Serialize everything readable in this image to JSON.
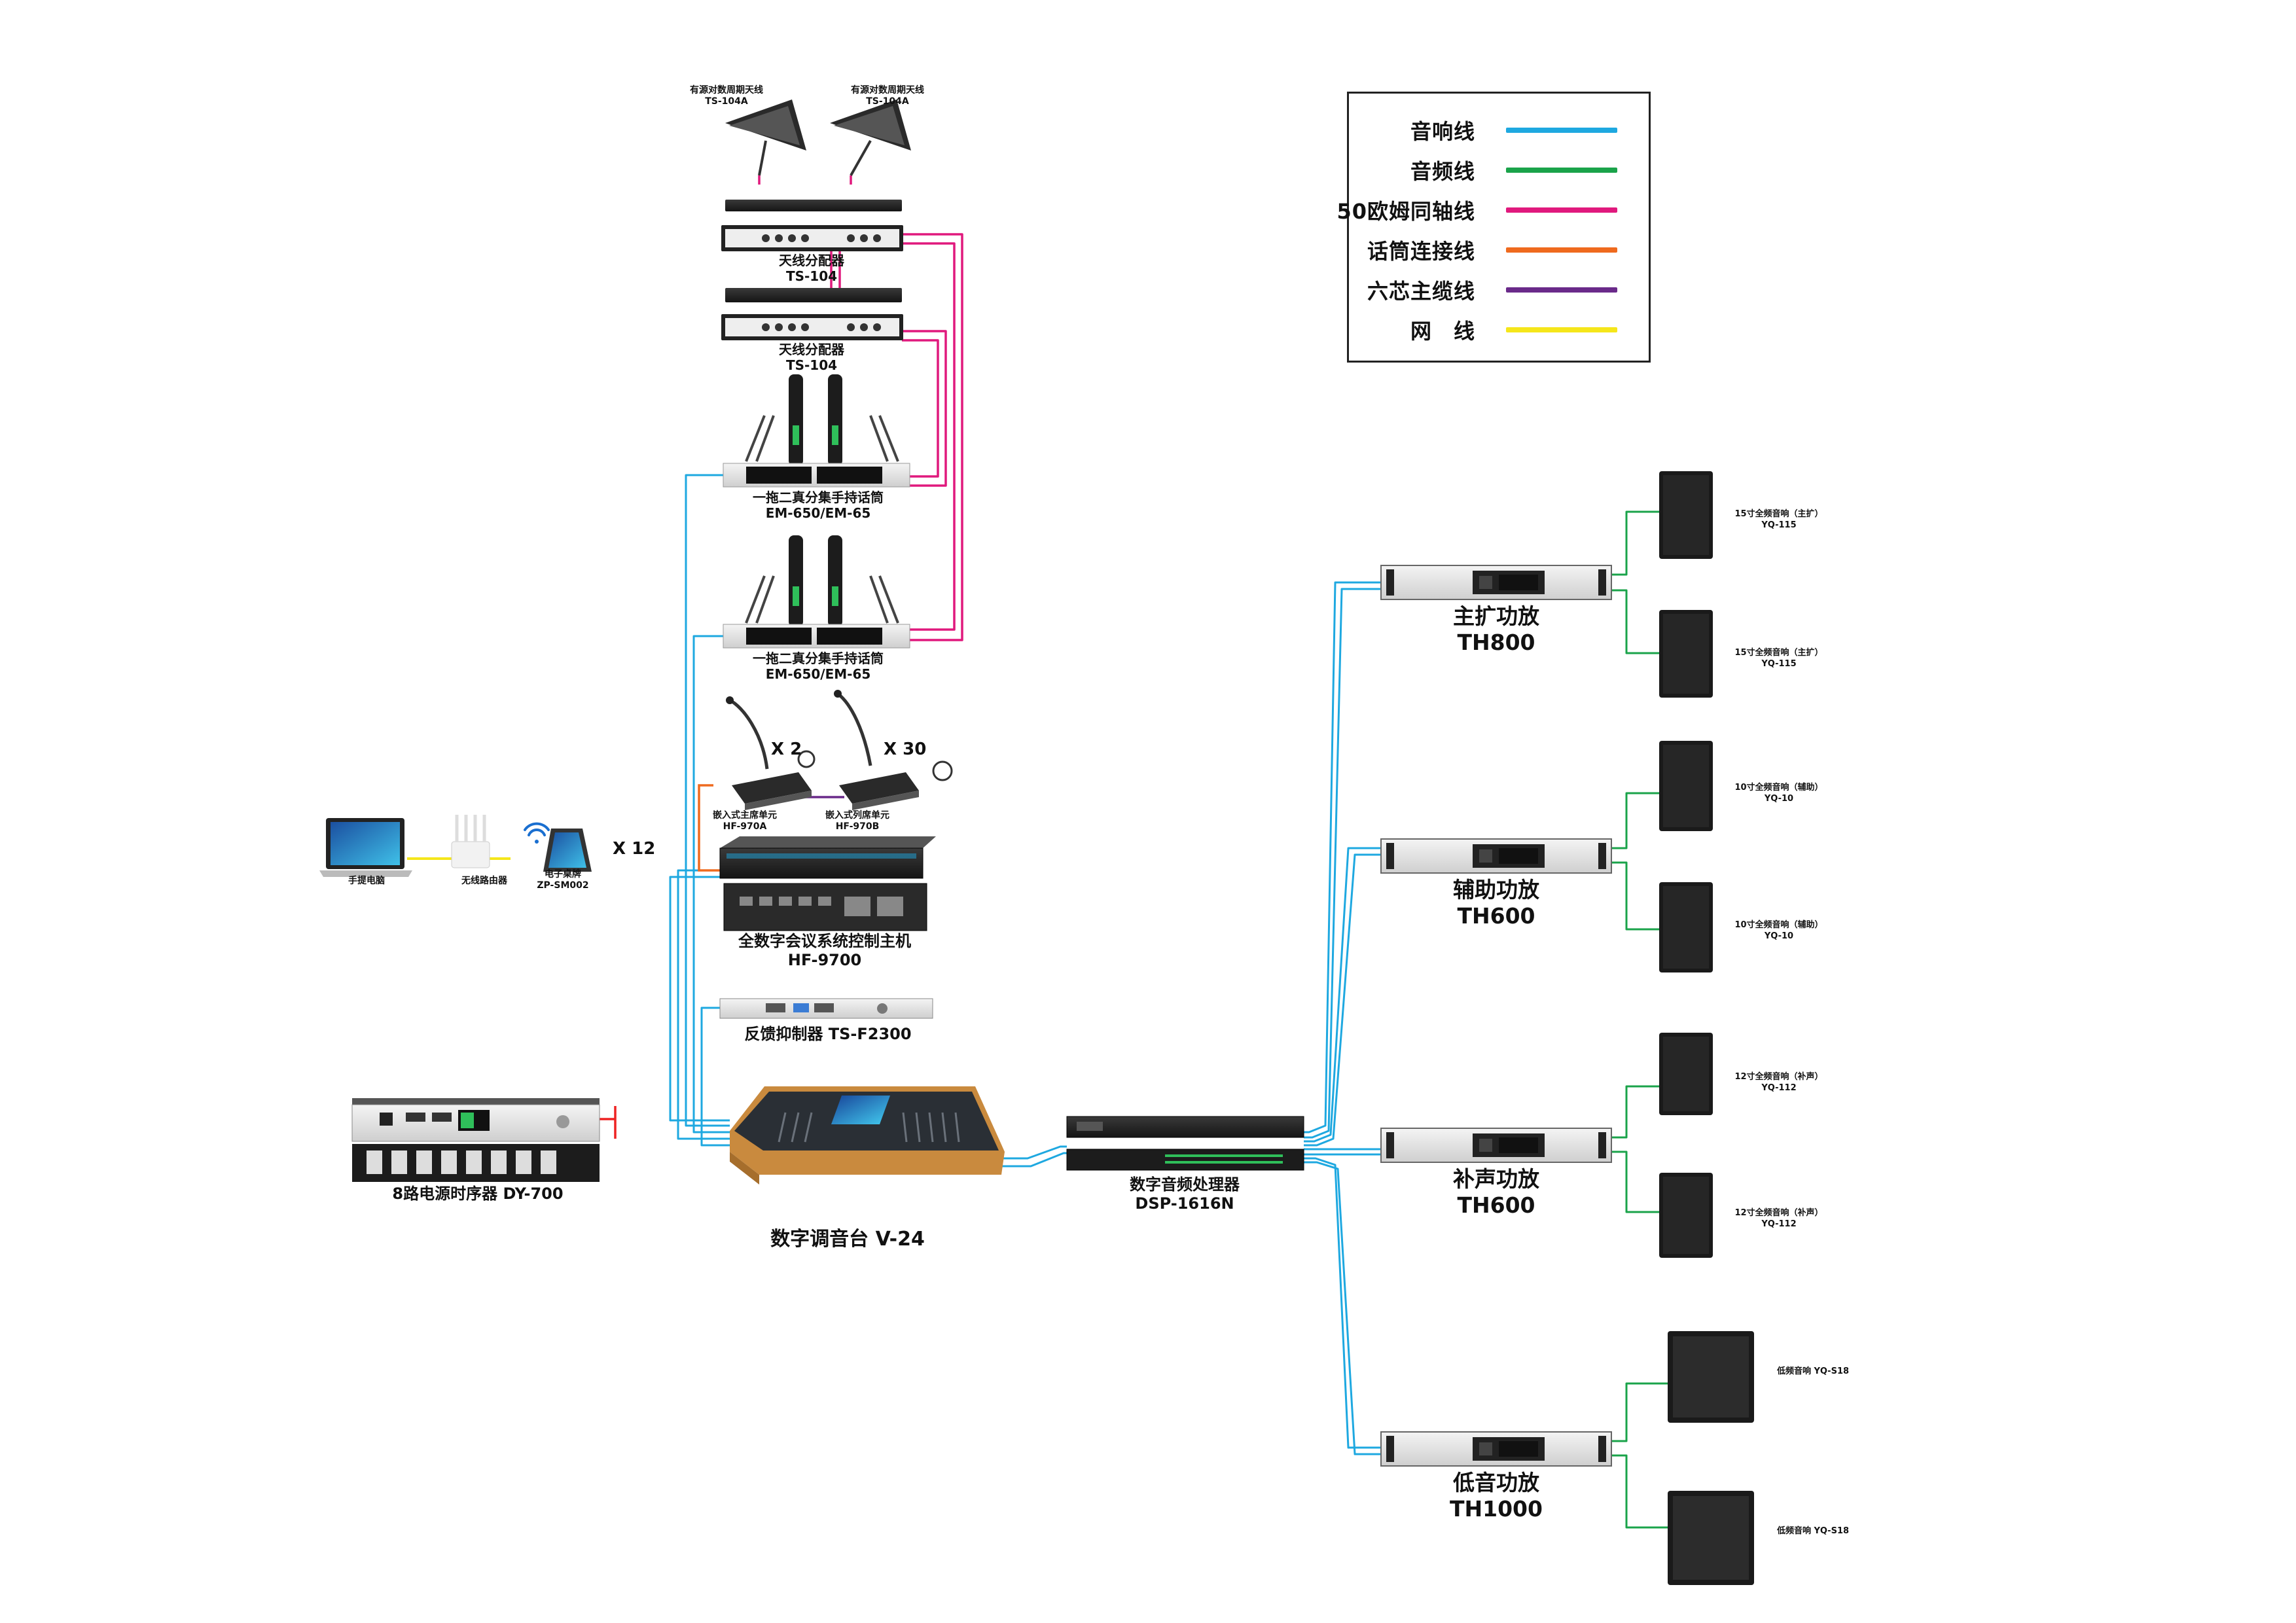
{
  "legend": {
    "items": [
      {
        "label": "音响线",
        "color": "#1ea8e0"
      },
      {
        "label": "音频线",
        "color": "#1aa34a"
      },
      {
        "label": "50欧姆同轴线",
        "color": "#e0197d"
      },
      {
        "label": "话筒连接线",
        "color": "#ef6a1e"
      },
      {
        "label": "六芯主缆线",
        "color": "#6a2a8a"
      },
      {
        "label": "网　线",
        "color": "#f5e61a"
      }
    ]
  },
  "wireless": {
    "antenna_name": "有源对数周期天线",
    "antenna_model": "TS-104A",
    "splitter_name": "天线分配器",
    "splitter_model": "TS-104",
    "mic_name": "一拖二真分集手持话筒",
    "mic_model": "EM-650/EM-65"
  },
  "conference": {
    "count_chair": "X 2",
    "count_delegate": "X 30",
    "chair_name": "嵌入式主席单元",
    "chair_model": "HF-970A",
    "delegate_name": "嵌入式列席单元",
    "delegate_model": "HF-970B",
    "host_name": "全数字会议系统控制主机",
    "host_model": "HF-9700"
  },
  "paperless": {
    "laptop": "手提电脑",
    "router": "无线路由器",
    "tablet_name": "电子桌牌",
    "tablet_model": "ZP-SM002",
    "count": "X 12"
  },
  "feedback": {
    "label": "反馈抑制器  TS-F2300"
  },
  "sequencer": {
    "label": "8路电源时序器  DY-700"
  },
  "mixer": {
    "label": "数字调音台 V-24"
  },
  "dsp": {
    "name": "数字音频处理器",
    "model": "DSP-1616N"
  },
  "amps": [
    {
      "name": "主扩功放",
      "model": "TH800"
    },
    {
      "name": "辅助功放",
      "model": "TH600"
    },
    {
      "name": "补声功放",
      "model": "TH600"
    },
    {
      "name": "低音功放",
      "model": "TH1000"
    }
  ],
  "speakers": [
    {
      "name": "15寸全频音响（主扩）",
      "model": "YQ-115"
    },
    {
      "name": "15寸全频音响（主扩）",
      "model": "YQ-115"
    },
    {
      "name": "10寸全频音响（辅助）",
      "model": "YQ-10"
    },
    {
      "name": "10寸全频音响（辅助）",
      "model": "YQ-10"
    },
    {
      "name": "12寸全频音响（补声）",
      "model": "YQ-112"
    },
    {
      "name": "12寸全频音响（补声）",
      "model": "YQ-112"
    },
    {
      "name": "低频音响  YQ-S18",
      "model": ""
    },
    {
      "name": "低频音响  YQ-S18",
      "model": ""
    }
  ]
}
